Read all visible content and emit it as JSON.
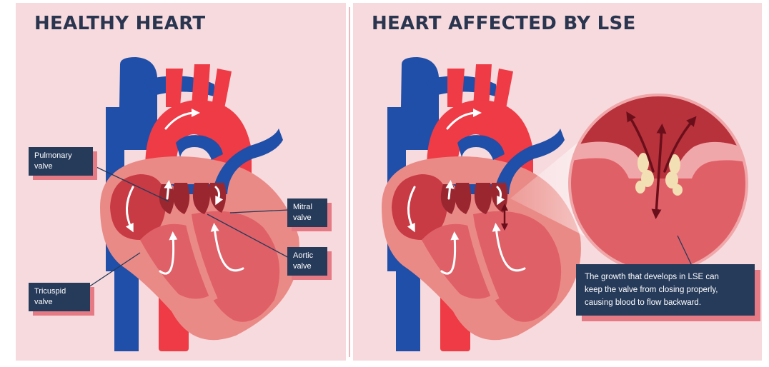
{
  "panels": {
    "left_title": "HEALTHY HEART",
    "right_title": "HEART AFFECTED BY LSE"
  },
  "labels": {
    "pulmonary": "Pulmonary\nvalve",
    "mitral": "Mitral\nvalve",
    "aortic": "Aortic\nvalve",
    "tricuspid": "Tricuspid\nvalve"
  },
  "note": "The growth that develops in LSE can\nkeep the valve from closing properly,\ncausing blood to flow backward.",
  "colors": {
    "background": "#f7dadd",
    "vein_blue": "#1f4fa8",
    "artery_red": "#ee3b45",
    "heart_outer": "#ea8a86",
    "heart_inner": "#e06068",
    "chamber_dark": "#b8323c",
    "label_bg": "#263a5a",
    "label_shadow": "#e57a84",
    "vegetation": "#f2dfb4",
    "arrow_dark": "#6a0f1a"
  }
}
